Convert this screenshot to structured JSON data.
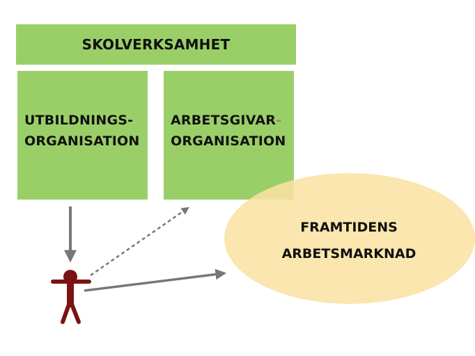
{
  "diagram": {
    "top_box": {
      "label": "SKOLVERKSAMHET"
    },
    "left_box": {
      "line1": "UTBILDNINGS-",
      "line2": "ORGANISATION"
    },
    "right_box": {
      "line1": "ARBETSGIVAR",
      "line1_hyphen": "-",
      "line2": "ORGANISATION"
    },
    "ellipse": {
      "line1": "FRAMTIDENS",
      "line2": "ARBETSMARKNAD"
    }
  },
  "colors": {
    "box_fill": "#9ACF68",
    "ellipse_fill": "#F9E2A3",
    "arrow": "#777777",
    "person": "#7A1414"
  },
  "icons": {
    "person": "person-figure-icon"
  }
}
